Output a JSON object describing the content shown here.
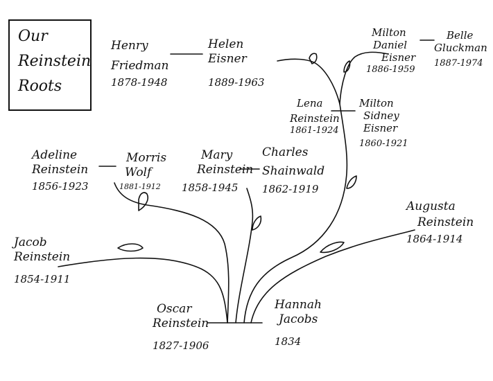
{
  "title": {
    "line1": "Our",
    "line2": "Reinstein",
    "line3": "Roots"
  },
  "colors": {
    "ink": "#111111",
    "background": "#ffffff"
  },
  "people": {
    "henry": {
      "given": "Henry",
      "family": "Friedman",
      "years": "1878-1948"
    },
    "helen": {
      "given": "Helen",
      "family": "Eisner",
      "years": "1889-1963"
    },
    "milton_d": {
      "given": "Milton",
      "middle": "Daniel",
      "family": "Eisner",
      "years": "1886-1959"
    },
    "belle": {
      "given": "Belle",
      "family": "Gluckman",
      "years": "1887-1974"
    },
    "lena": {
      "given": "Lena",
      "family": "Reinstein",
      "years": "1861-1924"
    },
    "milton_s": {
      "given": "Milton",
      "middle": "Sidney",
      "family": "Eisner",
      "years": "1860-1921"
    },
    "adeline": {
      "given": "Adeline",
      "family": "Reinstein",
      "years": "1856-1923"
    },
    "morris": {
      "given": "Morris",
      "family": "Wolf",
      "years": "1881-1912"
    },
    "mary": {
      "given": "Mary",
      "family": "Reinstein",
      "years": "1858-1945"
    },
    "charles": {
      "given": "Charles",
      "family": "Shainwald",
      "years": "1862-1919"
    },
    "augusta": {
      "given": "Augusta",
      "family": "Reinstein",
      "years": "1864-1914"
    },
    "jacob": {
      "given": "Jacob",
      "family": "Reinstein",
      "years": "1854-1911"
    },
    "oscar": {
      "given": "Oscar",
      "family": "Reinstein",
      "years": "1827-1906"
    },
    "hannah": {
      "given": "Hannah",
      "family": "Jacobs",
      "years": "1834"
    }
  }
}
